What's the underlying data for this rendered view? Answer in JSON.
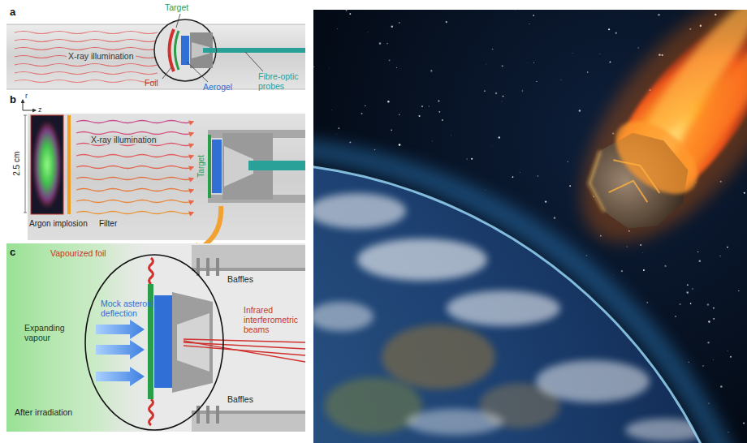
{
  "diagram": {
    "labels": [
      "a",
      "Target",
      "X-ray illumination",
      "Foil",
      "Aerogel",
      "Fibre-optic probes",
      "b",
      "r",
      "z",
      "2.5 cm",
      "X-ray illumination",
      "Target",
      "Argon implosion",
      "Filter",
      "c",
      "Vapourized foil",
      "Baffles",
      "Mock asteroid deflection",
      "Expanding vapour",
      "Infrared interferometric beams",
      "Baffles",
      "After irradiation"
    ]
  }
}
